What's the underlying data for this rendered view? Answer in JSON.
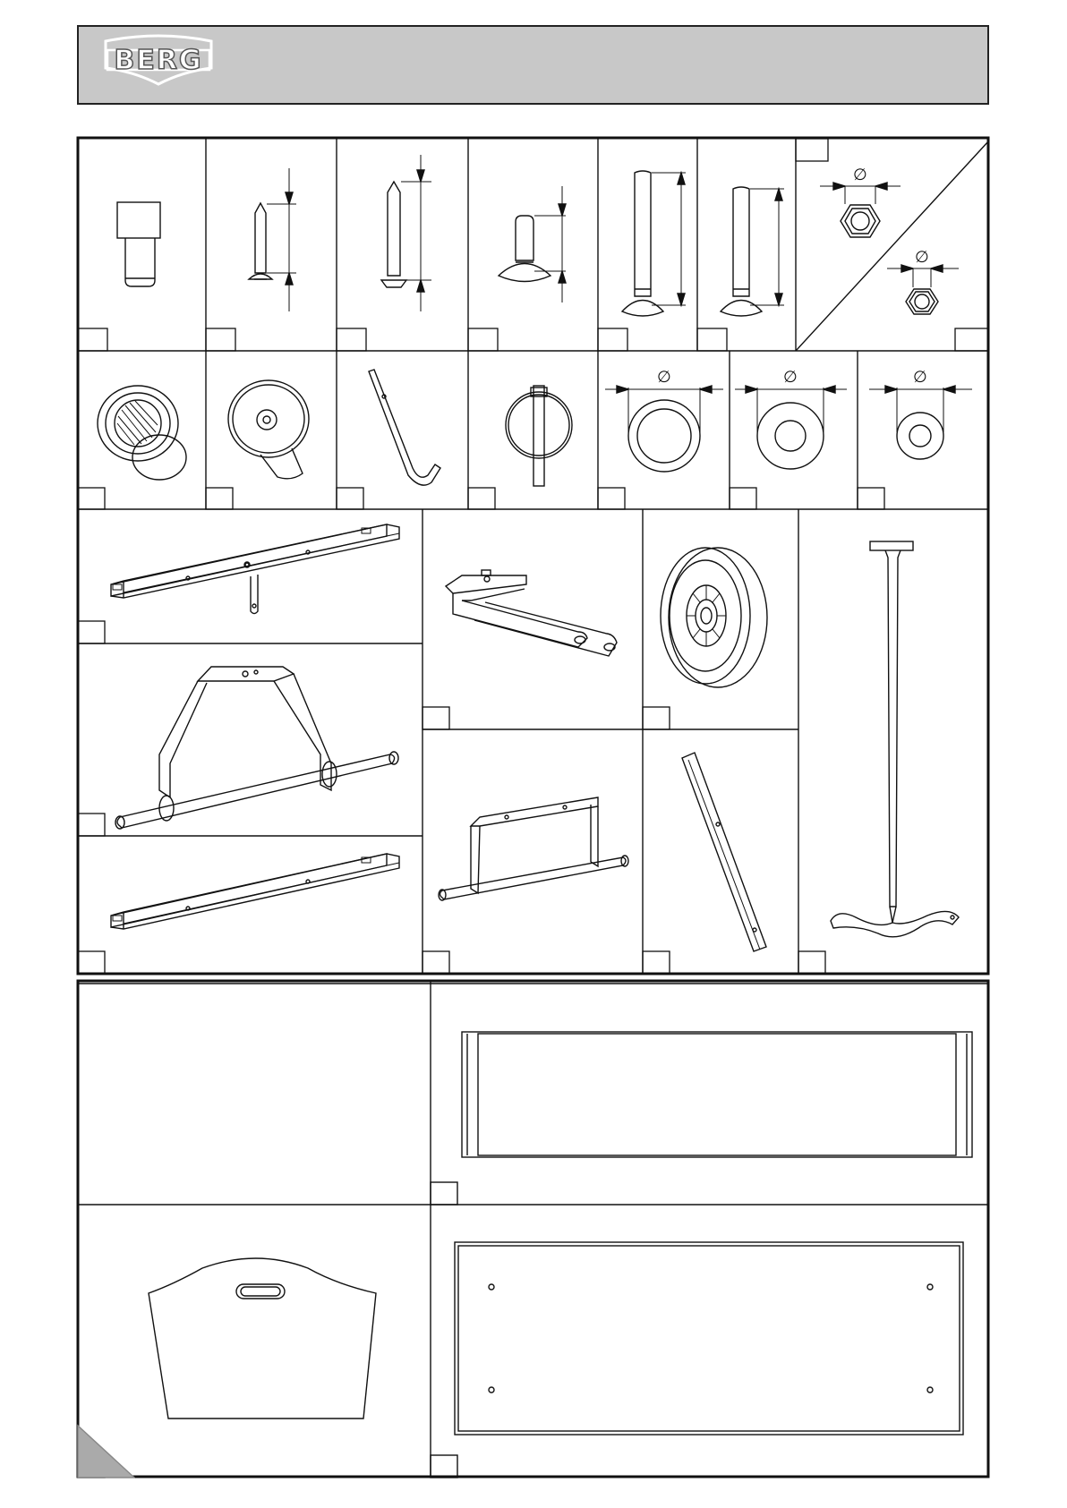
{
  "header": {
    "logo_text": "BERG",
    "background_color": "#c8c8c8"
  },
  "symbols": {
    "diameter": "∅"
  },
  "parts": [
    {
      "id": "cap-nut",
      "icon": "cap-nut-icon"
    },
    {
      "id": "short-bolt",
      "icon": "short-bolt-icon"
    },
    {
      "id": "countersunk-bolt",
      "icon": "countersunk-bolt-icon"
    },
    {
      "id": "carriage-bolt-short",
      "icon": "carriage-bolt-icon"
    },
    {
      "id": "carriage-bolt-long",
      "icon": "carriage-bolt-icon"
    },
    {
      "id": "carriage-bolt-medium",
      "icon": "carriage-bolt-icon"
    },
    {
      "id": "hex-nuts",
      "icon": "hex-nut-icon"
    },
    {
      "id": "wheel-hub-cap",
      "icon": "hub-cap-icon"
    },
    {
      "id": "axle-cap",
      "icon": "axle-cap-icon"
    },
    {
      "id": "hex-key",
      "icon": "allen-key-icon"
    },
    {
      "id": "lynch-pin",
      "icon": "lynch-pin-icon"
    },
    {
      "id": "washer-large",
      "icon": "washer-icon"
    },
    {
      "id": "washer-medium",
      "icon": "washer-icon"
    },
    {
      "id": "washer-small",
      "icon": "washer-icon"
    },
    {
      "id": "front-beam",
      "icon": "beam-with-pin-icon"
    },
    {
      "id": "steering-fork",
      "icon": "fork-icon"
    },
    {
      "id": "wheel",
      "icon": "wheel-icon"
    },
    {
      "id": "tow-bar",
      "icon": "tow-bar-icon"
    },
    {
      "id": "front-axle-frame",
      "icon": "axle-frame-icon"
    },
    {
      "id": "rear-beam",
      "icon": "beam-icon"
    },
    {
      "id": "rear-axle-frame",
      "icon": "rear-axle-icon"
    },
    {
      "id": "side-strut",
      "icon": "strut-icon"
    }
  ],
  "assembly": [
    {
      "id": "empty-panel"
    },
    {
      "id": "side-board",
      "icon": "side-board-icon"
    },
    {
      "id": "end-board",
      "icon": "end-board-icon"
    },
    {
      "id": "bottom-board",
      "icon": "bottom-board-icon"
    }
  ]
}
